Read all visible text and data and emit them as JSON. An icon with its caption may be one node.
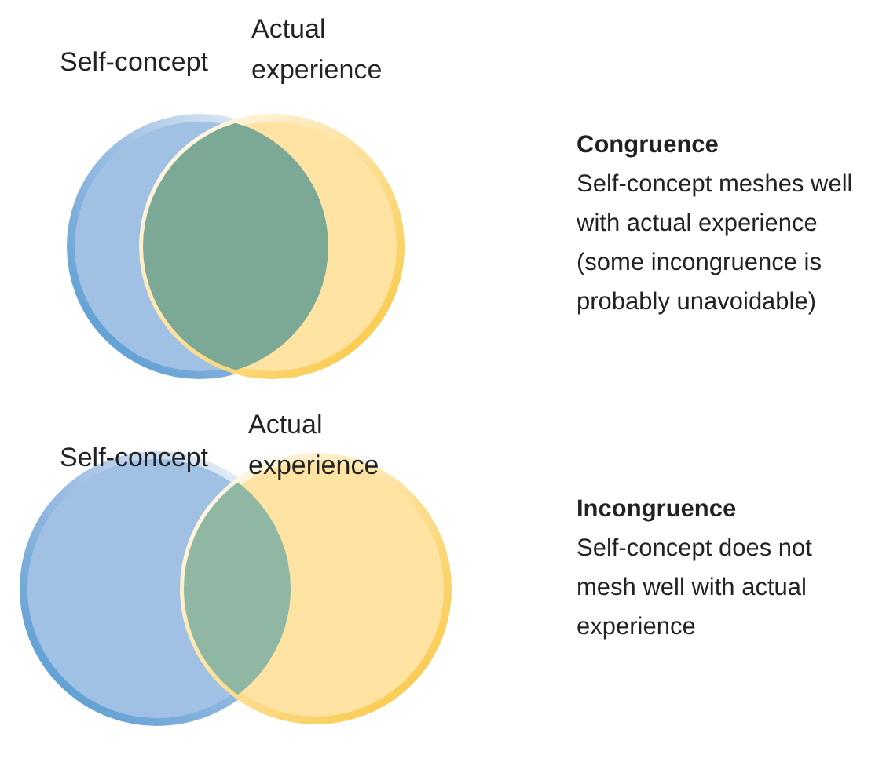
{
  "diagram": {
    "nodes": [
      {
        "text": [
          "Self-concept"
        ]
      },
      {
        "text": [
          "Actual experience"
        ]
      },
      {
        "text": [
          "Self-concept"
        ]
      },
      {
        "text": [
          "Actual experience"
        ]
      }
    ],
    "labels": [
      "Congruence",
      "Self-concept meshes well with actual experience (some incongruence is probably unavoidable)",
      "Incongruence",
      "Self-concept does not mesh well with actual experience"
    ]
  }
}
